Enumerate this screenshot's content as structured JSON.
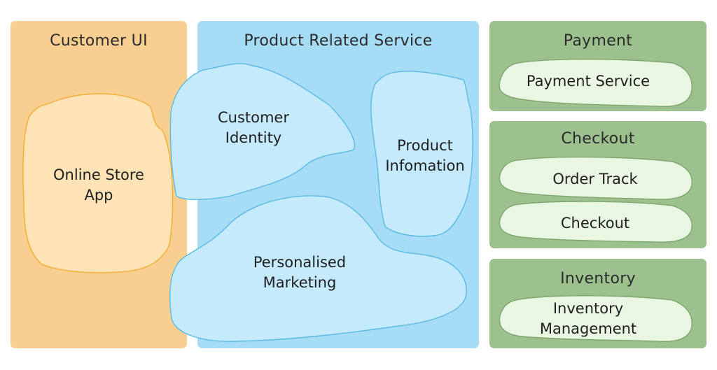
{
  "contexts": {
    "customer_ui": {
      "title": "Customer UI"
    },
    "product_service": {
      "title": "Product Related Service"
    },
    "payment": {
      "title": "Payment"
    },
    "checkout": {
      "title": "Checkout"
    },
    "inventory": {
      "title": "Inventory"
    }
  },
  "blobs": {
    "online_store": {
      "line1": "Online Store",
      "line2": "App"
    },
    "customer_identity": {
      "line1": "Customer",
      "line2": "Identity"
    },
    "product_info": {
      "line1": "Product",
      "line2": "Infomation"
    },
    "personalised_marketing": {
      "line1": "Personalised",
      "line2": "Marketing"
    },
    "payment_service": {
      "label": "Payment Service"
    },
    "order_track": {
      "label": "Order Track"
    },
    "checkout": {
      "label": "Checkout"
    },
    "inventory_mgmt": {
      "line1": "Inventory",
      "line2": "Management"
    }
  },
  "colors": {
    "customer_ui_bg": "#f9cf91",
    "product_service_bg": "#a6dcf5",
    "green_context_bg": "#9dc18e",
    "orange_blob": "#fde3b6",
    "blue_blob": "#c4eafc",
    "green_blob": "#e9f6e2"
  }
}
